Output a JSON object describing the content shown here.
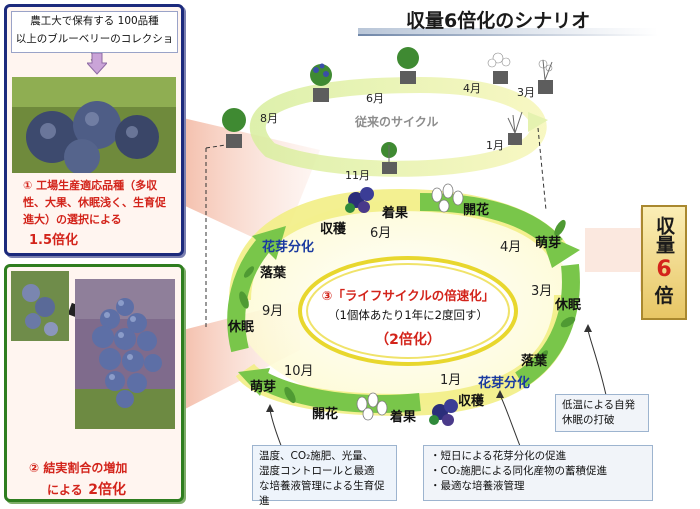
{
  "title": "収量6倍化のシナリオ",
  "top_left": {
    "header_line1": "農工大で保有する 100品種",
    "header_line2": "以上のブルーベリーのコレクション",
    "caption": "① 工場生産適応品種（多収性、大果、休眠浅く、生育促進大）の選択による",
    "factor": "1.5倍化"
  },
  "bottom_left": {
    "caption": "② 結実割合の増加",
    "factor_prefix": "による",
    "factor": "2倍化"
  },
  "conventional_cycle": {
    "label": "従来のサイクル",
    "months": [
      "6月",
      "4月",
      "3月",
      "8月",
      "1月",
      "11月"
    ]
  },
  "accelerated_cycle": {
    "stages_top": [
      "着果",
      "開花",
      "収穫",
      "萌芽",
      "花芽分化",
      "落葉",
      "休眠"
    ],
    "stages_bottom": [
      "休眠",
      "落葉",
      "花芽分化",
      "萌芽",
      "開花",
      "着果",
      "収穫"
    ],
    "months": [
      "6月",
      "4月",
      "9月",
      "3月",
      "10月",
      "1月"
    ]
  },
  "center": {
    "number": "③",
    "title": "「ライフサイクルの倍速化」",
    "subtitle": "（1個体あたり1年に2度回す）",
    "factor": "（2倍化）"
  },
  "result": {
    "line1": "収量",
    "line2": "6",
    "line3": "倍"
  },
  "callouts": {
    "left": [
      "温度、CO₂施肥、光量、",
      "湿度コントロールと最適",
      "な培養液管理による生育促進"
    ],
    "middle": [
      "・短日による花芽分化の促進",
      "・CO₂施肥による同化産物の蓄積促進",
      "・最適な培養液管理"
    ],
    "right": [
      "低温による自発",
      "休眠の打破"
    ]
  },
  "colors": {
    "navy": "#1c2a7c",
    "green_frame": "#2e7d1f",
    "red": "#d3241b",
    "arrow_green": "#6cbf3a",
    "arrow_yellow": "#f3ef8a",
    "result_bg": "#f2d98a"
  }
}
